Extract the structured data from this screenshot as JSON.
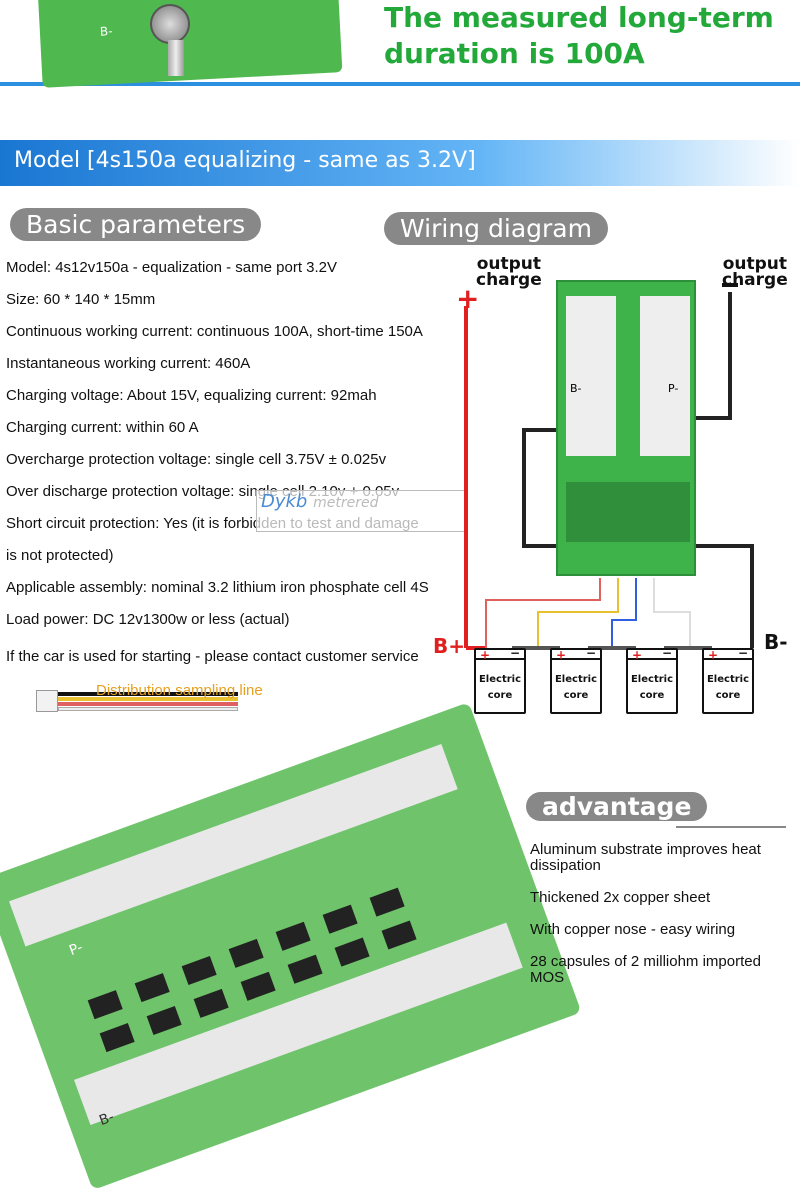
{
  "top": {
    "headline_line1": "The measured long-term",
    "headline_line2": "duration is 100A",
    "board_label": "B-"
  },
  "model_title": "Model [4s150a equalizing - same as 3.2V]",
  "basic_parameters": {
    "heading": "Basic parameters",
    "items": [
      "Model: 4s12v150a - equalization - same port 3.2V",
      "Size: 60 * 140 * 15mm",
      "Continuous working current: continuous 100A, short-time 150A",
      "Instantaneous working current: 460A",
      "Charging voltage: About 15V, equalizing current: 92mah",
      "Charging current: within 60 A",
      "Overcharge protection voltage: single cell 3.75V ± 0.025v",
      "Over discharge protection voltage: single cell 2.10v + 0.05v",
      "Short circuit protection: Yes (it is forbidden to test and damage",
      " is not protected)",
      "Applicable assembly: nominal 3.2 lithium iron phosphate cell 4S",
      "Load power: DC 12v1300w or less (actual)"
    ],
    "note": "If the car is used for starting - please contact customer service"
  },
  "wiring": {
    "heading": "Wiring diagram",
    "output_left_1": "output",
    "output_left_2": "charge",
    "output_right_1": "output",
    "output_right_2": "charge",
    "b_plus": "B+",
    "b_minus": "B-",
    "pcb_label_b": "B-",
    "pcb_label_p": "P-",
    "cell_line1": "Electric",
    "cell_line2": "core",
    "cell_plus": "+",
    "cell_minus": "−"
  },
  "watermark": {
    "text": "Dykb",
    "sub": "metrered"
  },
  "distribution_label": "Distribution sampling line",
  "board_labels": {
    "p": "P-",
    "b": "B-"
  },
  "advantage": {
    "heading": "advantage",
    "items": [
      "Aluminum substrate improves heat dissipation",
      "Thickened 2x copper sheet",
      "With copper nose - easy wiring",
      "28 capsules of 2 milliohm imported MOS"
    ]
  },
  "colors": {
    "brand_green": "#22a93a",
    "banner_blue": "#1976d2",
    "pill_gray": "#888888",
    "red": "#e02020"
  }
}
